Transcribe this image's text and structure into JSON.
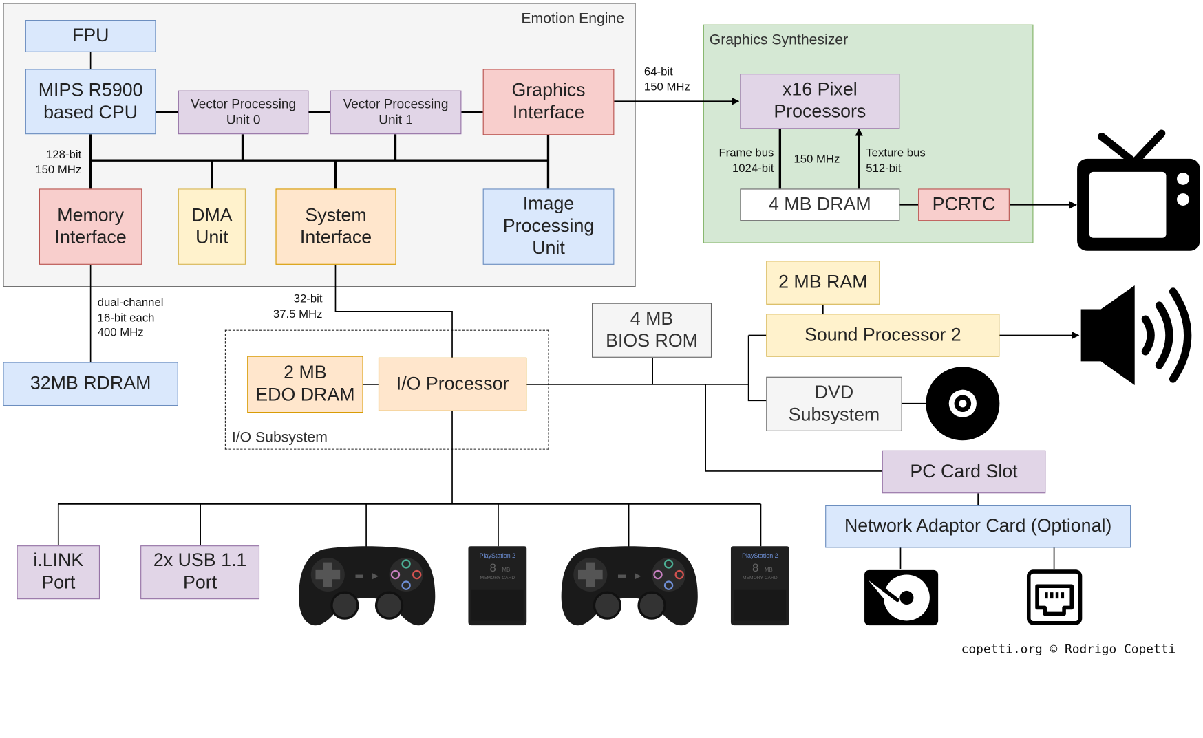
{
  "regions": {
    "emotion_engine": "Emotion Engine",
    "graphics_synthesizer": "Graphics Synthesizer",
    "io_subsystem": "I/O Subsystem"
  },
  "components": {
    "fpu": "FPU",
    "cpu": "MIPS R5900\nbased CPU",
    "vpu0": "Vector Processing\nUnit 0",
    "vpu1": "Vector Processing\nUnit 1",
    "gif": "Graphics\nInterface",
    "memory_interface": "Memory\nInterface",
    "dma": "DMA\nUnit",
    "system_interface": "System\nInterface",
    "ipu": "Image\nProcessing\nUnit",
    "pixel_processors": "x16 Pixel\nProcessors",
    "gs_dram": "4 MB DRAM",
    "pcrtc": "PCRTC",
    "rdram": "32MB RDRAM",
    "edo_dram": "2 MB\nEDO DRAM",
    "io_processor": "I/O Processor",
    "bios_rom": "4 MB\nBIOS ROM",
    "sound_ram": "2 MB RAM",
    "spu2": "Sound Processor 2",
    "dvd": "DVD\nSubsystem",
    "pc_card": "PC Card Slot",
    "network_adaptor": "Network Adaptor Card (Optional)",
    "ilink": "i.LINK\nPort",
    "usb": "2x USB 1.1\nPort"
  },
  "bus_labels": {
    "ee_bus": "128-bit\n150 MHz",
    "gif_to_gs": "64-bit\n150 MHz",
    "frame_bus": "Frame bus\n1024-bit",
    "gs_clock": "150 MHz",
    "texture_bus": "Texture bus\n512-bit",
    "rdram_bus": "dual-channel\n16-bit each\n400 MHz",
    "sif_bus": "32-bit\n37.5 MHz"
  },
  "memory_card_text": {
    "brand": "PlayStation 2",
    "capacity": "8",
    "unit": "MB",
    "label": "MEMORY CARD"
  },
  "credit": "copetti.org © Rodrigo Copetti",
  "colors": {
    "blue_fill": "#dae8fc",
    "purple_fill": "#e1d5e7",
    "red_fill": "#f8cecc",
    "yellow_fill": "#fff2cc",
    "orange_fill": "#ffe6cc",
    "gs_region_fill": "#d5e8d4",
    "ee_region_fill": "#f5f5f5"
  },
  "icons": [
    "tv-icon",
    "speaker-icon",
    "disc-icon",
    "hard-drive-icon",
    "ethernet-port-icon",
    "controller-icon",
    "memory-card-icon"
  ]
}
